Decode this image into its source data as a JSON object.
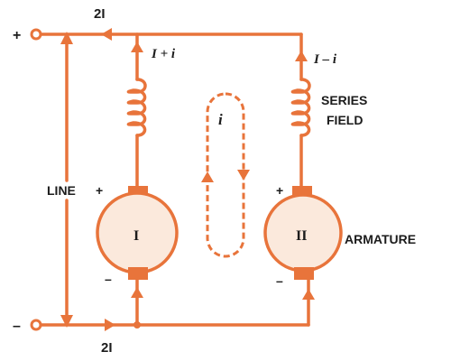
{
  "diagram": {
    "top_current_label": "2I",
    "bottom_current_label": "2I",
    "plus_terminal_label": "+",
    "minus_terminal_label": "–",
    "line_label": "LINE",
    "left_branch_current": "I + i",
    "right_branch_current": "I – i",
    "circulating_current": "i",
    "series_field_label_line1": "SERIES",
    "series_field_label_line2": "FIELD",
    "armature_label": "ARMATURE",
    "motor_1_label": "I",
    "motor_2_label": "II",
    "motor_1_plus": "+",
    "motor_1_minus": "–",
    "motor_2_plus": "+",
    "motor_2_minus": "–"
  },
  "colors": {
    "wire": "#e8743b",
    "motor_fill": "#fbe9dc",
    "text": "#1c1c1c",
    "brush": "#e8743b"
  }
}
